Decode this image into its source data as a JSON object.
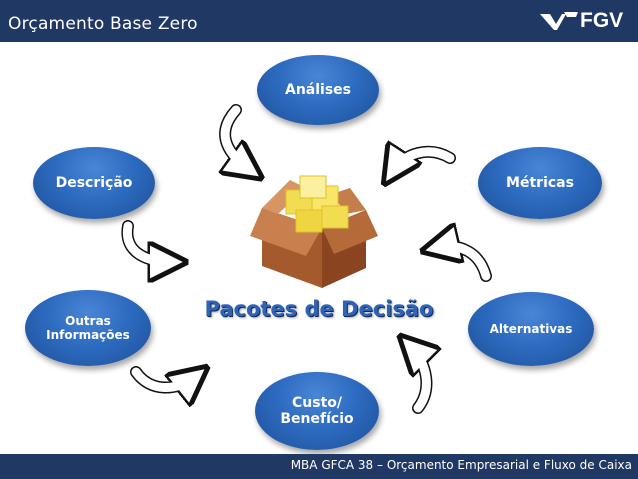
{
  "header": {
    "title": "Orçamento Base Zero",
    "logo_text": "FGV"
  },
  "footer": {
    "text": "MBA  GFCA 38 – Orçamento Empresarial e Fluxo de Caixa"
  },
  "diagram": {
    "center": "Pacotes de Decisão",
    "nodes": {
      "analises": "Análises",
      "descricao": "Descrição",
      "metricas": "Métricas",
      "outras_line1": "Outras",
      "outras_line2": "Informações",
      "alternativas": "Alternativas",
      "custo_line1": "Custo/",
      "custo_line2": "Benefício"
    }
  },
  "colors": {
    "bar": "#1f3864",
    "node": "#2d6bc0",
    "center_text": "#2e63b8"
  }
}
